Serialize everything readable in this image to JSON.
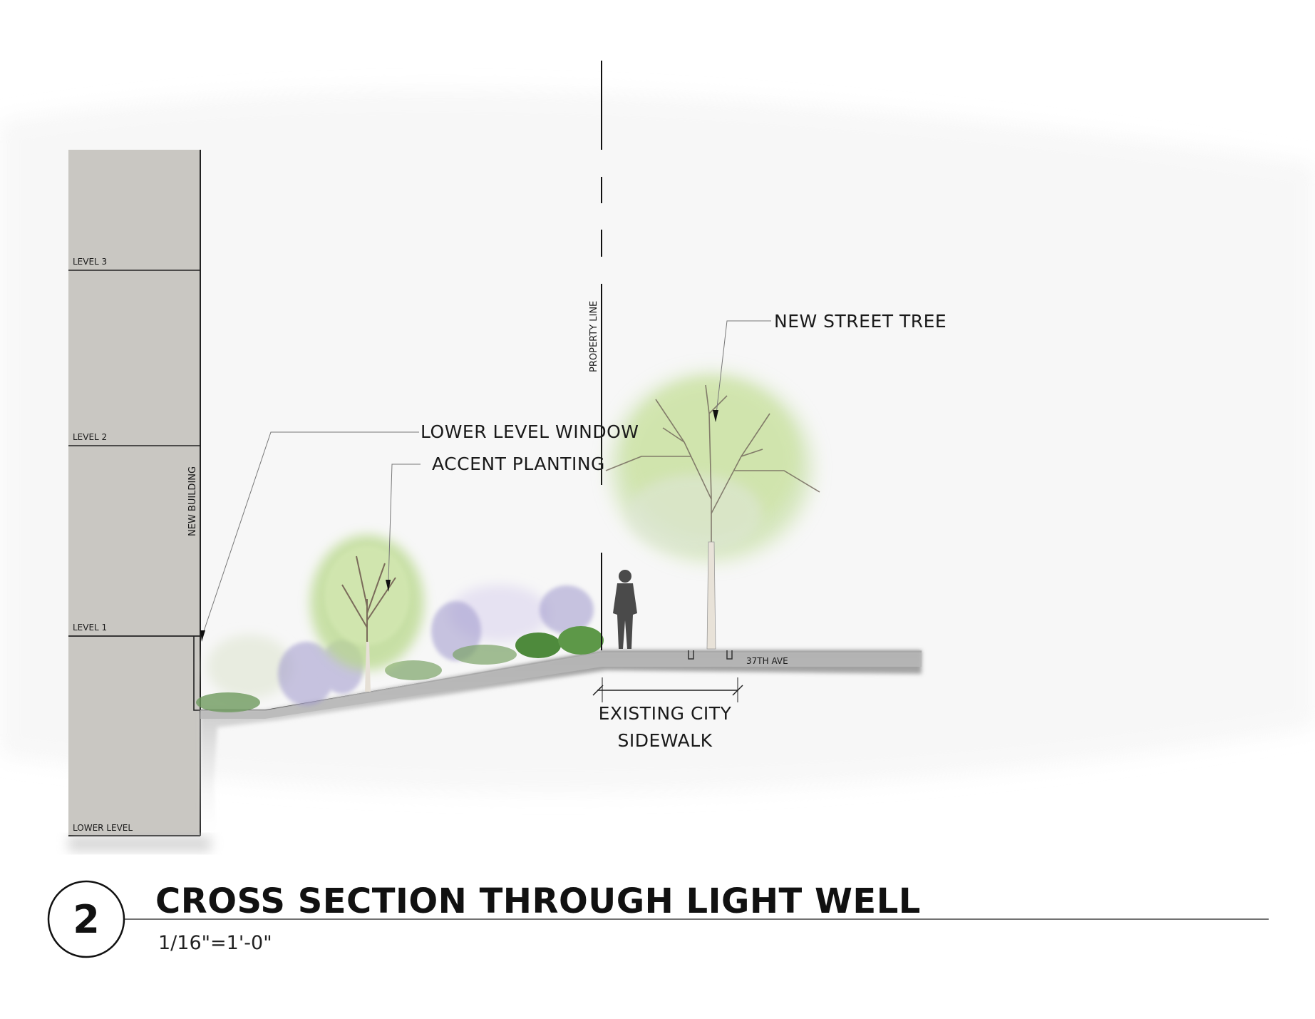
{
  "labels": {
    "new_street_tree": "NEW STREET TREE",
    "lower_level_window": "LOWER LEVEL WINDOW",
    "accent_planting": "ACCENT PLANTING",
    "existing_city_sidewalk_line1": "EXISTING CITY",
    "existing_city_sidewalk_line2": "SIDEWALK",
    "property_line": "PROPERTY LINE",
    "new_building": "NEW BUILDING",
    "street": "37TH AVE"
  },
  "levels": {
    "level3": "LEVEL 3",
    "level2": "LEVEL 2",
    "level1": "LEVEL 1",
    "lower": "LOWER LEVEL"
  },
  "title_block": {
    "number": "2",
    "title": "CROSS SECTION THROUGH LIGHT WELL",
    "scale": "1/16\"=1'-0\""
  },
  "colors": {
    "building": "#c9c7c2",
    "ground": "#bdbdbd",
    "foliage": "#b8d88a",
    "lavender": "#9f98cc",
    "shrub": "#4e8a3c"
  }
}
